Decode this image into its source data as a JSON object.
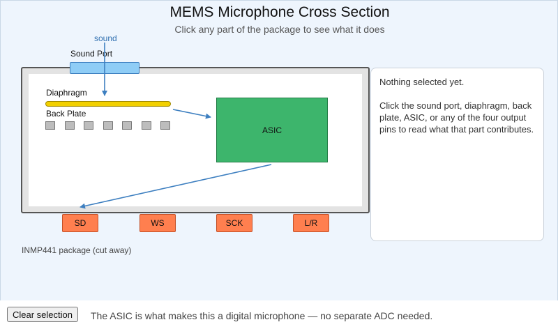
{
  "header": {
    "title": "MEMS Microphone Cross Section",
    "subtitle": "Click any part of the package to see what it does"
  },
  "diagram": {
    "sound_label": "sound",
    "sound_port_label": "Sound Port",
    "diaphragm_label": "Diaphragm",
    "back_plate_label": "Back Plate",
    "asic_label": "ASIC",
    "pins": [
      "SD",
      "WS",
      "SCK",
      "L/R"
    ],
    "package_caption": "INMP441 package (cut away)",
    "colors": {
      "sound_port": "#8fcdf6",
      "diaphragm": "#f2d000",
      "asic": "#3db56c",
      "pins": "#ff7f4f",
      "arrows": "#3d7fc0"
    }
  },
  "info_panel": {
    "heading": "Nothing selected yet.",
    "body": "Click the sound port, diaphragm, back plate, ASIC, or any of the four output pins to read what that part contributes."
  },
  "footer": {
    "clear_button": "Clear selection",
    "note": "The ASIC is what makes this a digital microphone — no separate ADC needed."
  }
}
